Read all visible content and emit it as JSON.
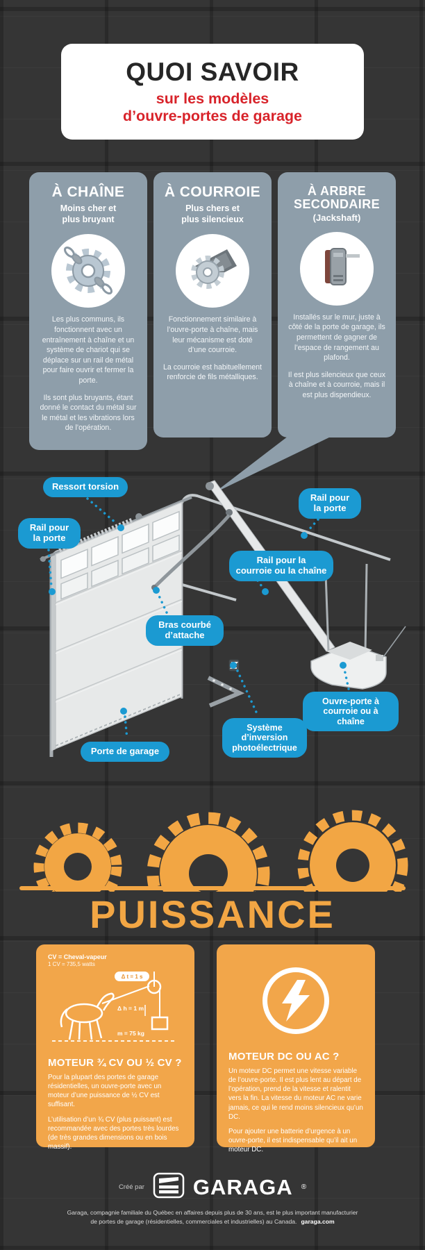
{
  "colors": {
    "accent_blue": "#1B9AD2",
    "orange": "#F2A644",
    "red": "#D8232A",
    "slate_card": "#8E9EAA"
  },
  "header": {
    "title": "QUOI SAVOIR",
    "subtitle": "sur les modèles\nd’ouvre-portes de garage"
  },
  "opener_types": [
    {
      "title": "À CHAÎNE",
      "subtitle": "Moins cher et\nplus bruyant",
      "icon": "chain-icon",
      "paragraphs": [
        "Les plus communs, ils fonctionnent avec un entraînement à chaîne et un système de chariot qui se déplace sur un rail de métal pour faire ouvrir et fermer la porte.",
        "Ils sont plus bruyants, étant donné le contact du métal sur le métal et les vibrations lors de l’opération."
      ]
    },
    {
      "title": "À COURROIE",
      "subtitle": "Plus chers et\nplus silencieux",
      "icon": "belt-icon",
      "paragraphs": [
        "Fonctionnement similaire à l’ouvre-porte à chaîne, mais leur mécanisme est doté d’une courroie.",
        "La courroie est habituellement renforcie de fils métalliques."
      ]
    },
    {
      "title": "À ARBRE\nSECONDAIRE",
      "subtitle_small": "(Jackshaft)",
      "icon": "jackshaft-icon",
      "paragraphs": [
        "Installés sur le mur, juste à côté de la porte de garage, ils permettent de gagner de l’espace de rangement au plafond.",
        "Il est plus silencieux que ceux à chaîne et à courroie, mais il est plus dispendieux."
      ]
    }
  ],
  "diagram_labels": [
    {
      "text": "Ressort torsion"
    },
    {
      "text": "Rail pour\nla porte"
    },
    {
      "text": "Rail pour\nla porte"
    },
    {
      "text": "Rail pour la\ncourroie ou la chaîne"
    },
    {
      "text": "Bras courbé\nd’attache"
    },
    {
      "text": "Ouvre-porte à\ncourroie ou à chaîne"
    },
    {
      "text": "Système\nd’inversion\nphotoélectrique"
    },
    {
      "text": "Porte de garage"
    }
  ],
  "power": {
    "title": "PUISSANCE",
    "horsepower_card": {
      "cv_definition": "CV = Cheval-vapeur",
      "cv_watts": "1 CV = 735,5 watts",
      "delta_t": "Δ t = 1 s",
      "delta_h": "Δ h = 1 m",
      "mass": "m = 75 kg",
      "heading": "MOTEUR ¾ CV OU ½ CV ?",
      "paragraphs": [
        "Pour la plupart des portes de garage résidentielles, un ouvre-porte avec un moteur d’une puissance de ½ CV est suffisant.",
        "L’utilisation d’un ¾ CV (plus puissant) est recommandée avec des portes très lourdes (de très grandes dimensions ou en bois massif)."
      ]
    },
    "motor_card": {
      "heading": "MOTEUR DC OU AC ?",
      "paragraphs": [
        "Un moteur DC permet une vitesse variable de l’ouvre-porte. Il est plus lent au départ de l’opération, prend de la vitesse et ralentit vers la fin. La vitesse du moteur AC ne varie jamais, ce qui le rend moins silencieux qu’un DC.",
        "Pour ajouter une batterie d’urgence à un ouvre-porte, il est indispensable qu’il ait un moteur DC."
      ]
    }
  },
  "footer": {
    "created_by": "Créé par",
    "brand": "GARAGA",
    "registered": "®",
    "line1": "Garaga, compagnie familiale du Québec en affaires depuis plus de 30 ans, est le plus important manufacturier",
    "line2": "de portes de garage (résidentielles, commerciales et industrielles) au Canada.",
    "site": "garaga.com"
  }
}
